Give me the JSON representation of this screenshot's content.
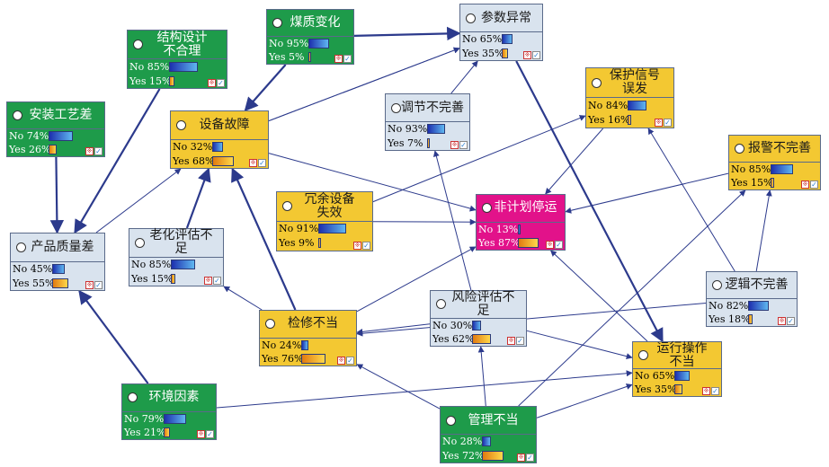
{
  "colors": {
    "green": "#1e9b4a",
    "yellow": "#f3c832",
    "light": "#d9e3ee",
    "magenta": "#e2128a",
    "edge": "#2c3a8c"
  },
  "nodes": [
    {
      "id": "meizhi",
      "name": "煤质变化",
      "kind": "green",
      "no_label": "No 95%",
      "yes_label": "Yes 5%",
      "no": 95,
      "yes": 5
    },
    {
      "id": "canshu",
      "name": "参数异常",
      "kind": "light",
      "no_label": "No 65%",
      "yes_label": "Yes 35%",
      "no": 65,
      "yes": 35
    },
    {
      "id": "jiegou",
      "name": "结构设计\n不合理",
      "kind": "green",
      "no_label": "No 85%",
      "yes_label": "Yes 15%",
      "no": 85,
      "yes": 15
    },
    {
      "id": "baohu",
      "name": "保护信号\n误发",
      "kind": "yellow",
      "no_label": "No 84%",
      "yes_label": "Yes 16%",
      "no": 84,
      "yes": 16
    },
    {
      "id": "anzhuang",
      "name": "安装工艺差",
      "kind": "green",
      "no_label": "No 74%",
      "yes_label": "Yes 26%",
      "no": 74,
      "yes": 26
    },
    {
      "id": "shebei",
      "name": "设备故障",
      "kind": "yellow",
      "no_label": "No 32%",
      "yes_label": "Yes 68%",
      "no": 32,
      "yes": 68
    },
    {
      "id": "tiaojie",
      "name": "调节不完善",
      "kind": "light",
      "no_label": "No 93%",
      "yes_label": "Yes 7%",
      "no": 93,
      "yes": 7
    },
    {
      "id": "baojing",
      "name": "报警不完善",
      "kind": "yellow",
      "no_label": "No 85%",
      "yes_label": "Yes 15%",
      "no": 85,
      "yes": 15
    },
    {
      "id": "rongyu",
      "name": "冗余设备\n失效",
      "kind": "yellow",
      "no_label": "No 91%",
      "yes_label": "Yes 9%",
      "no": 91,
      "yes": 9
    },
    {
      "id": "feijihua",
      "name": "非计划停运",
      "kind": "magenta",
      "no_label": "No 13%",
      "yes_label": "Yes 87%",
      "no": 13,
      "yes": 87
    },
    {
      "id": "chanpin",
      "name": "产品质量差",
      "kind": "light",
      "no_label": "No 45%",
      "yes_label": "Yes 55%",
      "no": 45,
      "yes": 55
    },
    {
      "id": "laohua",
      "name": "老化评估不足",
      "kind": "light",
      "no_label": "No 85%",
      "yes_label": "Yes 15%",
      "no": 85,
      "yes": 15
    },
    {
      "id": "luoji",
      "name": "逻辑不完善",
      "kind": "light",
      "no_label": "No 82%",
      "yes_label": "Yes 18%",
      "no": 82,
      "yes": 18
    },
    {
      "id": "fengxian",
      "name": "风险评估不足",
      "kind": "light",
      "no_label": "No 30%",
      "yes_label": "Yes 62%",
      "no": 30,
      "yes": 62
    },
    {
      "id": "jianxiu",
      "name": "检修不当",
      "kind": "yellow",
      "no_label": "No 24%",
      "yes_label": "Yes 76%",
      "no": 24,
      "yes": 76
    },
    {
      "id": "yunxing",
      "name": "运行操作\n不当",
      "kind": "yellow",
      "no_label": "No 65%",
      "yes_label": "Yes 35%",
      "no": 65,
      "yes": 35
    },
    {
      "id": "huanjing",
      "name": "环境因素",
      "kind": "green",
      "no_label": "No 79%",
      "yes_label": "Yes 21%",
      "no": 79,
      "yes": 21
    },
    {
      "id": "guanli",
      "name": "管理不当",
      "kind": "green",
      "no_label": "No 28%",
      "yes_label": "Yes 72%",
      "no": 28,
      "yes": 72
    }
  ],
  "edges": [
    {
      "from": "meizhi",
      "to": "canshu",
      "style": "thick"
    },
    {
      "from": "meizhi",
      "to": "shebei",
      "style": "thick"
    },
    {
      "from": "jiegou",
      "to": "chanpin",
      "style": "thick"
    },
    {
      "from": "anzhuang",
      "to": "chanpin",
      "style": "thick"
    },
    {
      "from": "shebei",
      "to": "canshu",
      "style": "thin"
    },
    {
      "from": "shebei",
      "to": "feijihua",
      "style": "thin"
    },
    {
      "from": "chanpin",
      "to": "shebei",
      "style": "thin"
    },
    {
      "from": "tiaojie",
      "to": "canshu",
      "style": "thin"
    },
    {
      "from": "canshu",
      "to": "yunxing",
      "style": "thick"
    },
    {
      "from": "rongyu",
      "to": "feijihua",
      "style": "thin"
    },
    {
      "from": "rongyu",
      "to": "baohu",
      "style": "thin"
    },
    {
      "from": "baohu",
      "to": "feijihua",
      "style": "thin"
    },
    {
      "from": "baojing",
      "to": "feijihua",
      "style": "thin"
    },
    {
      "from": "luoji",
      "to": "baojing",
      "style": "thin"
    },
    {
      "from": "luoji",
      "to": "baohu",
      "style": "thin"
    },
    {
      "from": "laohua",
      "to": "shebei",
      "style": "thick"
    },
    {
      "from": "jianxiu",
      "to": "shebei",
      "style": "thick"
    },
    {
      "from": "jianxiu",
      "to": "laohua",
      "style": "thin"
    },
    {
      "from": "jianxiu",
      "to": "feijihua",
      "style": "thin"
    },
    {
      "from": "fengxian",
      "to": "jianxiu",
      "style": "thin"
    },
    {
      "from": "fengxian",
      "to": "tiaojie",
      "style": "thin"
    },
    {
      "from": "fengxian",
      "to": "yunxing",
      "style": "thin"
    },
    {
      "from": "yunxing",
      "to": "feijihua",
      "style": "thin"
    },
    {
      "from": "luoji",
      "to": "jianxiu",
      "style": "thin"
    },
    {
      "from": "huanjing",
      "to": "chanpin",
      "style": "thick"
    },
    {
      "from": "huanjing",
      "to": "yunxing",
      "style": "thin"
    },
    {
      "from": "guanli",
      "to": "jianxiu",
      "style": "thin"
    },
    {
      "from": "guanli",
      "to": "fengxian",
      "style": "thin"
    },
    {
      "from": "guanli",
      "to": "baojing",
      "style": "thin"
    },
    {
      "from": "guanli",
      "to": "yunxing",
      "style": "thin"
    },
    {
      "from": "shebei",
      "to": "canshu",
      "style": "thin"
    }
  ]
}
